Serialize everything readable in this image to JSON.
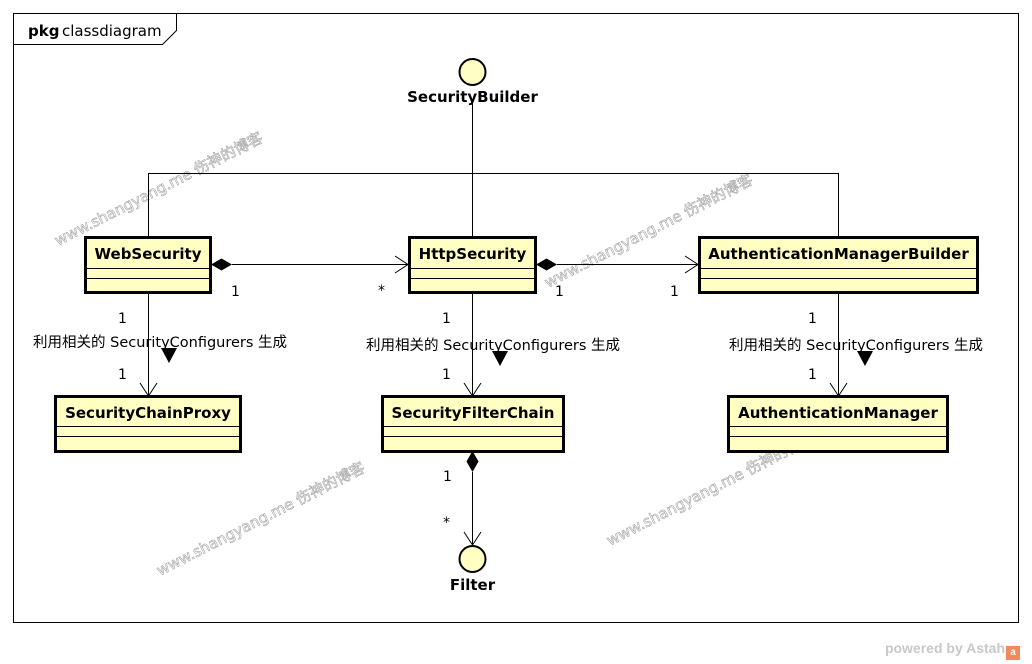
{
  "package": {
    "keyword": "pkg",
    "name": "classdiagram"
  },
  "interfaces": [
    {
      "id": "security-builder",
      "name": "SecurityBuilder"
    },
    {
      "id": "filter",
      "name": "Filter"
    }
  ],
  "classes": [
    {
      "id": "web-security",
      "name": "WebSecurity"
    },
    {
      "id": "http-security",
      "name": "HttpSecurity"
    },
    {
      "id": "authentication-manager-builder",
      "name": "AuthenticationManagerBuilder"
    },
    {
      "id": "security-chain-proxy",
      "name": "SecurityChainProxy"
    },
    {
      "id": "security-filter-chain",
      "name": "SecurityFilterChain"
    },
    {
      "id": "authentication-manager",
      "name": "AuthenticationManager"
    }
  ],
  "relations": {
    "web_to_http": {
      "source_mult": "1",
      "target_mult": "*"
    },
    "http_to_amb": {
      "source_mult": "1",
      "target_mult": "1"
    },
    "web_to_proxy": {
      "source_mult": "1",
      "target_mult": "1",
      "label": "利用相关的 SecurityConfigurers 生成"
    },
    "http_to_chain": {
      "source_mult": "1",
      "target_mult": "1",
      "label": "利用相关的 SecurityConfigurers 生成"
    },
    "amb_to_am": {
      "source_mult": "1",
      "target_mult": "1",
      "label": "利用相关的 SecurityConfigurers 生成"
    },
    "chain_to_filter": {
      "source_mult": "1",
      "target_mult": "*"
    }
  },
  "watermark": "www.shangyang.me 伤神的博客",
  "footer": {
    "powered_by": "powered by Astah",
    "logo_glyph": "a"
  }
}
